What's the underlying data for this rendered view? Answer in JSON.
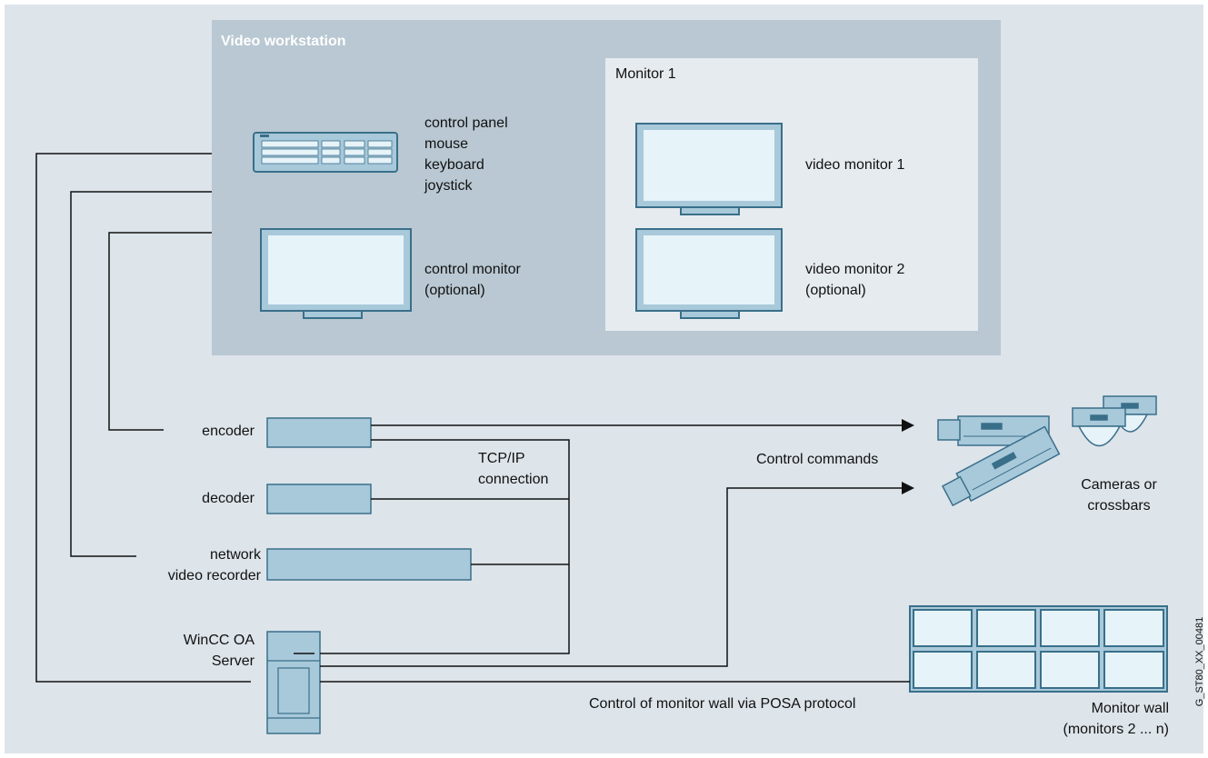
{
  "workstation": {
    "title": "Video workstation",
    "input_devices": [
      "control panel",
      "mouse",
      "keyboard",
      "joystick"
    ],
    "control_monitor": [
      "control monitor",
      "(optional)"
    ]
  },
  "monitor_group": {
    "title": "Monitor 1",
    "video_monitor_1": "video monitor 1",
    "video_monitor_2": [
      "video monitor 2",
      "(optional)"
    ]
  },
  "devices": {
    "encoder": "encoder",
    "decoder": "decoder",
    "nvr": [
      "network",
      "video recorder"
    ],
    "server": [
      "WinCC OA",
      "Server"
    ]
  },
  "connections": {
    "tcpip": [
      "TCP/IP",
      "connection"
    ],
    "control_commands": "Control commands",
    "monitor_wall_control": "Control of monitor wall via POSA protocol"
  },
  "cameras": [
    "Cameras or",
    "crossbars"
  ],
  "monitor_wall": [
    "Monitor wall",
    "(monitors 2 ... n)"
  ],
  "figure_id": "G_ST80_XX_00481",
  "colors": {
    "background": "#dde4ea",
    "workstation_panel": "#b9c8d2",
    "monitor_group_panel": "#e6ebef",
    "device_fill": "#a8c9da",
    "device_stroke": "#3a6f8a",
    "screen_fill": "#e6f3f8",
    "line": "#111111"
  }
}
